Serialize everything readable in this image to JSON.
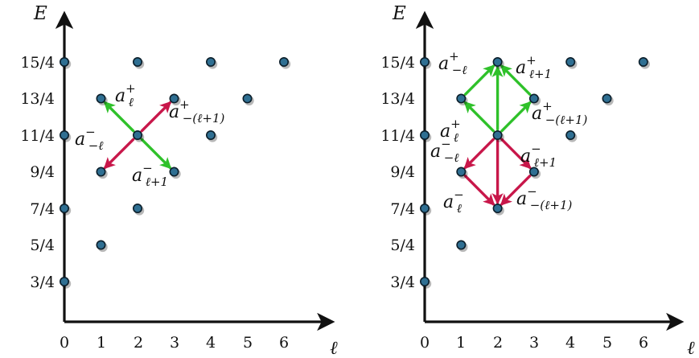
{
  "colors": {
    "axis": "#111111",
    "point_fill": "#2f6f92",
    "point_stroke": "#0b1e2a",
    "raise_arrow": "#2fc12a",
    "lower_arrow": "#c8174a"
  },
  "panels": [
    {
      "id": "left",
      "y_axis_title": "E",
      "x_axis_title": "ℓ",
      "x_ticks": [
        "0",
        "1",
        "2",
        "3",
        "4",
        "5",
        "6"
      ],
      "y_ticks": [
        "3/4",
        "5/4",
        "7/4",
        "9/4",
        "11/4",
        "13/4",
        "15/4"
      ],
      "points": [
        {
          "l": 0,
          "E": 0.75
        },
        {
          "l": 0,
          "E": 1.75
        },
        {
          "l": 0,
          "E": 2.75
        },
        {
          "l": 0,
          "E": 3.75
        },
        {
          "l": 1,
          "E": 1.25
        },
        {
          "l": 1,
          "E": 2.25
        },
        {
          "l": 1,
          "E": 3.25
        },
        {
          "l": 2,
          "E": 1.75
        },
        {
          "l": 2,
          "E": 2.75
        },
        {
          "l": 2,
          "E": 3.75
        },
        {
          "l": 3,
          "E": 2.25
        },
        {
          "l": 3,
          "E": 3.25
        },
        {
          "l": 4,
          "E": 2.75
        },
        {
          "l": 4,
          "E": 3.75
        },
        {
          "l": 5,
          "E": 3.25
        },
        {
          "l": 6,
          "E": 3.75
        }
      ],
      "arrows": [
        {
          "kind": "raise",
          "from": {
            "l": 2,
            "E": 2.75
          },
          "to": {
            "l": 1,
            "E": 3.25
          },
          "op": "a",
          "sup": "+",
          "sub": "ℓ"
        },
        {
          "kind": "lower",
          "from": {
            "l": 2,
            "E": 2.75
          },
          "to": {
            "l": 3,
            "E": 3.25
          },
          "op": "a",
          "sup": "+",
          "sub": "−(ℓ+1)"
        },
        {
          "kind": "lower",
          "from": {
            "l": 2,
            "E": 2.75
          },
          "to": {
            "l": 1,
            "E": 2.25
          },
          "op": "a",
          "sup": "−",
          "sub": "−ℓ"
        },
        {
          "kind": "raise",
          "from": {
            "l": 2,
            "E": 2.75
          },
          "to": {
            "l": 3,
            "E": 2.25
          },
          "op": "a",
          "sup": "−",
          "sub": "ℓ+1"
        }
      ]
    },
    {
      "id": "right",
      "y_axis_title": "E",
      "x_axis_title": "ℓ",
      "x_ticks": [
        "0",
        "1",
        "2",
        "3",
        "4",
        "5",
        "6"
      ],
      "y_ticks": [
        "3/4",
        "5/4",
        "7/4",
        "9/4",
        "11/4",
        "13/4",
        "15/4"
      ],
      "points": [
        {
          "l": 0,
          "E": 0.75
        },
        {
          "l": 0,
          "E": 1.75
        },
        {
          "l": 0,
          "E": 2.75
        },
        {
          "l": 0,
          "E": 3.75
        },
        {
          "l": 1,
          "E": 1.25
        },
        {
          "l": 1,
          "E": 2.25
        },
        {
          "l": 1,
          "E": 3.25
        },
        {
          "l": 2,
          "E": 1.75
        },
        {
          "l": 2,
          "E": 2.75
        },
        {
          "l": 2,
          "E": 3.75
        },
        {
          "l": 3,
          "E": 2.25
        },
        {
          "l": 3,
          "E": 3.25
        },
        {
          "l": 4,
          "E": 2.75
        },
        {
          "l": 4,
          "E": 3.75
        },
        {
          "l": 5,
          "E": 3.25
        },
        {
          "l": 6,
          "E": 3.75
        }
      ],
      "arrows": [
        {
          "kind": "raise",
          "from": {
            "l": 2,
            "E": 2.75
          },
          "to": {
            "l": 1,
            "E": 3.25
          },
          "op": "a",
          "sup": "+",
          "sub": "ℓ"
        },
        {
          "kind": "raise",
          "from": {
            "l": 2,
            "E": 2.75
          },
          "to": {
            "l": 2,
            "E": 3.75
          }
        },
        {
          "kind": "raise",
          "from": {
            "l": 2,
            "E": 2.75
          },
          "to": {
            "l": 3,
            "E": 3.25
          },
          "op": "a",
          "sup": "+",
          "sub": "−(ℓ+1)"
        },
        {
          "kind": "raise",
          "from": {
            "l": 1,
            "E": 3.25
          },
          "to": {
            "l": 2,
            "E": 3.75
          },
          "op": "a",
          "sup": "+",
          "sub": "−ℓ"
        },
        {
          "kind": "raise",
          "from": {
            "l": 3,
            "E": 3.25
          },
          "to": {
            "l": 2,
            "E": 3.75
          },
          "op": "a",
          "sup": "+",
          "sub": "ℓ+1"
        },
        {
          "kind": "lower",
          "from": {
            "l": 2,
            "E": 2.75
          },
          "to": {
            "l": 1,
            "E": 2.25
          },
          "op": "a",
          "sup": "−",
          "sub": "−ℓ"
        },
        {
          "kind": "lower",
          "from": {
            "l": 2,
            "E": 2.75
          },
          "to": {
            "l": 2,
            "E": 1.75
          }
        },
        {
          "kind": "lower",
          "from": {
            "l": 2,
            "E": 2.75
          },
          "to": {
            "l": 3,
            "E": 2.25
          },
          "op": "a",
          "sup": "−",
          "sub": "ℓ+1"
        },
        {
          "kind": "lower",
          "from": {
            "l": 1,
            "E": 2.25
          },
          "to": {
            "l": 2,
            "E": 1.75
          },
          "op": "a",
          "sup": "−",
          "sub": "ℓ"
        },
        {
          "kind": "lower",
          "from": {
            "l": 3,
            "E": 2.25
          },
          "to": {
            "l": 2,
            "E": 1.75
          },
          "op": "a",
          "sup": "−",
          "sub": "−(ℓ+1)"
        }
      ]
    }
  ]
}
